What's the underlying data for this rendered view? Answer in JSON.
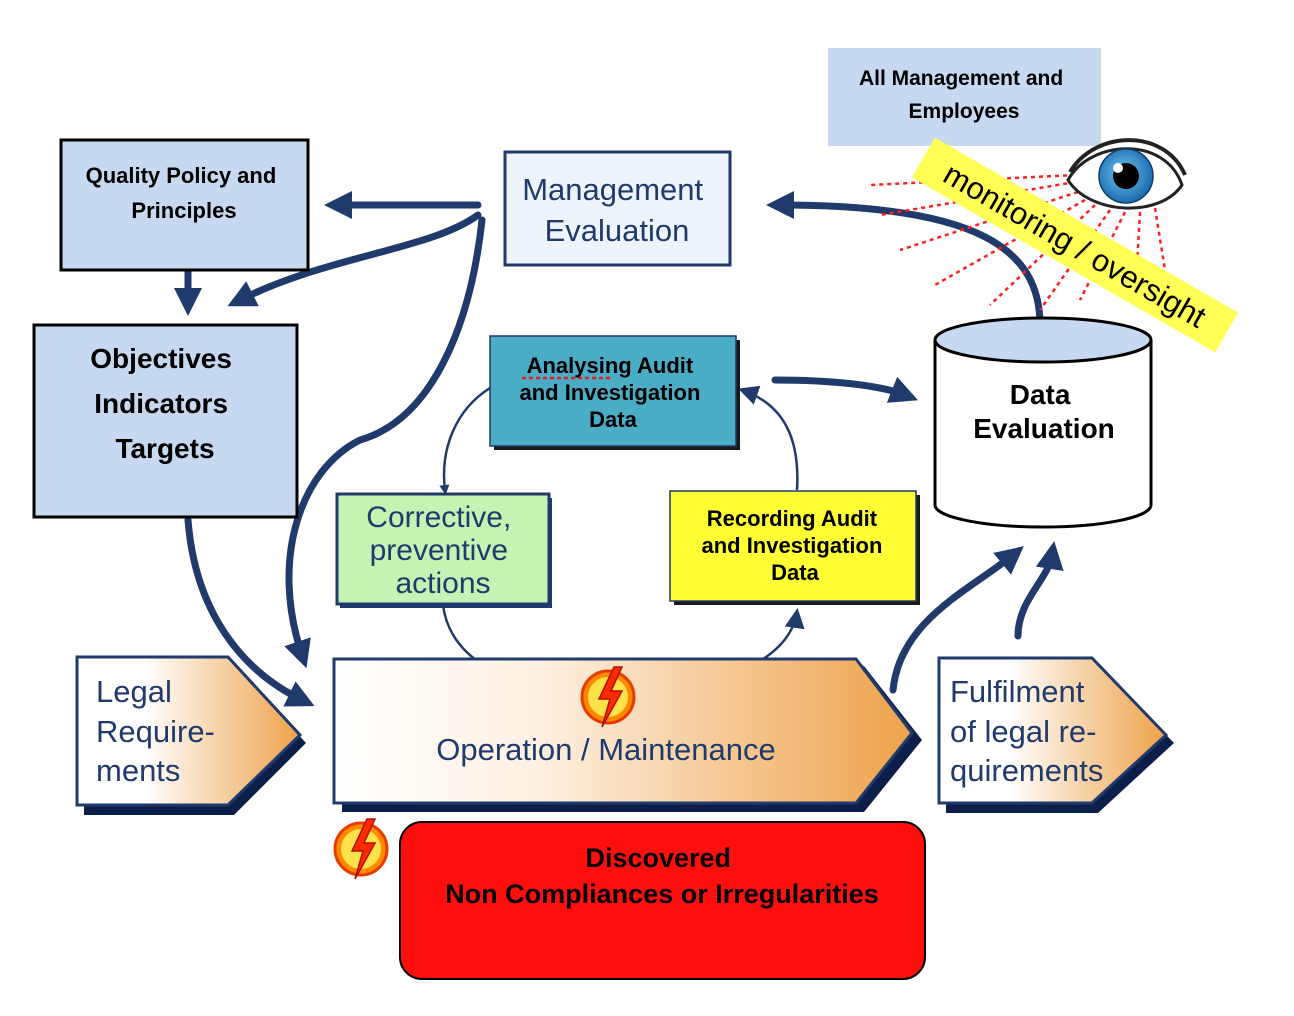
{
  "boxes": {
    "all_management": {
      "line1": "All Management and",
      "line2": "Employees"
    },
    "quality_policy": {
      "line1": "Quality Policy and",
      "line2": "Principles"
    },
    "objectives": {
      "line1": "Objectives",
      "line2": "Indicators",
      "line3": "Targets"
    },
    "management_evaluation": {
      "line1": "Management",
      "line2": "Evaluation"
    },
    "analysing": {
      "line1": "Analysing Audit",
      "line2": "and Investigation",
      "line3": "Data"
    },
    "corrective": {
      "line1": "Corrective,",
      "line2": "preventive",
      "line3": "actions"
    },
    "recording": {
      "line1": "Recording Audit",
      "line2": "and Investigation",
      "line3": "Data"
    },
    "data_evaluation": {
      "line1": "Data",
      "line2": "Evaluation"
    },
    "legal_requirements": {
      "line1": "Legal",
      "line2": "Require-",
      "line3": "ments"
    },
    "operation": {
      "label": "Operation / Maintenance"
    },
    "fulfilment": {
      "line1": "Fulfilment",
      "line2": "of legal re-",
      "line3": "quirements"
    },
    "discovered": {
      "line1": "Discovered",
      "line2": "Non Compliances or Irregularities"
    }
  },
  "banner": {
    "label": "monitoring / oversight"
  },
  "icons": {
    "eye": "eye-icon",
    "lightning": "lightning-icon"
  },
  "colors": {
    "light_blue": "#c6d9f1",
    "navy": "#1f3a6b",
    "teal": "#4bacc6",
    "green": "#c6f2b3",
    "yellow": "#ffff33",
    "red": "#ff0e0e",
    "orange": "#f0a84e",
    "banner_yellow": "#ffff55"
  }
}
